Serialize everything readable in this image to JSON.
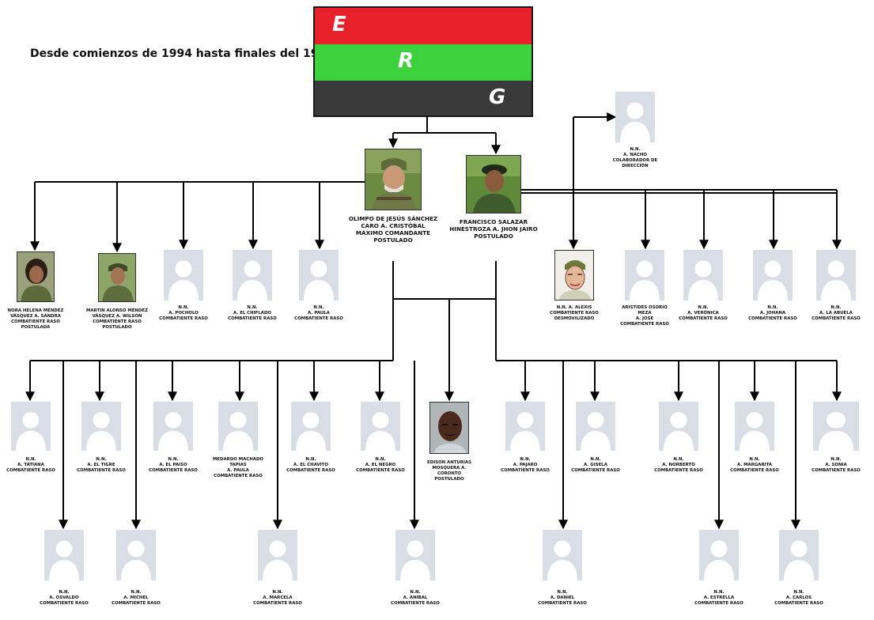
{
  "title": "Desde comienzos de 1994 hasta finales del 1995",
  "flag": {
    "letters": [
      "E",
      "R",
      "G"
    ],
    "colors": [
      "#e8202a",
      "#3dd23d",
      "#3a3a3a"
    ]
  },
  "colors": {
    "line": "#000000",
    "placeholder_bg": "#d9dde6",
    "placeholder_figure": "#ffffff"
  },
  "people": [
    {
      "id": "p1",
      "photo": "soldier",
      "lines": [
        "OLIMPO DE JESÚS SÁNCHEZ",
        "CARO A. CRISTÓBAL",
        "MÁXIMO COMANDANTE",
        "POSTULADO"
      ]
    },
    {
      "id": "p2",
      "photo": "soldier-beret",
      "lines": [
        "FRANCISCO SALAZAR",
        "HINESTROZA A. JHON JAIRO",
        "POSTULADO"
      ]
    },
    {
      "id": "r1",
      "photo": "woman",
      "lines": [
        "NORA HELENA MÉNDEZ",
        "VÁSQUEZ A. SANDRA",
        "COMBATIENTE RASO",
        "POSTULADA"
      ]
    },
    {
      "id": "r2",
      "photo": "soldier2",
      "lines": [
        "MARTIN ALONSO MÉNDEZ",
        "VÁSQUEZ A. WILSON",
        "COMBATIENTE RASO",
        "POSTULADO"
      ]
    },
    {
      "id": "r3",
      "photo": "placeholder",
      "lines": [
        "N.N.",
        "A. POCHOLO",
        "COMBATIENTE RASO"
      ]
    },
    {
      "id": "r4",
      "photo": "placeholder",
      "lines": [
        "N.N.",
        "A. EL CHIFLADO",
        "COMBATIENTE RASO"
      ]
    },
    {
      "id": "r5",
      "photo": "placeholder",
      "lines": [
        "N.N.",
        "A. PAULA",
        "COMBATIENTE RASO"
      ]
    },
    {
      "id": "top",
      "photo": "placeholder",
      "lines": [
        "N.N.",
        "A. NACHO",
        "COLABORADOR DE",
        "DIRECCIÓN"
      ]
    },
    {
      "id": "r6",
      "photo": "sketch",
      "lines": [
        "N.N. A. ALEXIS",
        "COMBATIENTE RASO",
        "DESMOVILIZADO"
      ]
    },
    {
      "id": "r7",
      "photo": "placeholder",
      "lines": [
        "ARISTIDES OSORIO",
        "MEZA",
        "A. JOSE",
        "COMBATIENTE RASO"
      ]
    },
    {
      "id": "r8",
      "photo": "placeholder",
      "lines": [
        "N.N.",
        "A. VERÓNICA",
        "COMBATIENTE RASO"
      ]
    },
    {
      "id": "r9",
      "photo": "placeholder",
      "lines": [
        "N.N.",
        "A. JOHANA",
        "COMBATIENTE RASO"
      ]
    },
    {
      "id": "r10",
      "photo": "placeholder",
      "lines": [
        "N.N.",
        "A. LA ABUELA",
        "COMBATIENTE RASO"
      ]
    },
    {
      "id": "m1",
      "photo": "placeholder",
      "lines": [
        "N.N.",
        "A. TATIANA",
        "COMBATIENTE RASO"
      ]
    },
    {
      "id": "m2",
      "photo": "placeholder",
      "lines": [
        "N.N.",
        "A. EL TIGRE",
        "COMBATIENTE RASO"
      ]
    },
    {
      "id": "m3",
      "photo": "placeholder",
      "lines": [
        "N.N.",
        "A. EL PAISO",
        "COMBATIENTE RASO"
      ]
    },
    {
      "id": "m4",
      "photo": "placeholder",
      "lines": [
        "MEDARDO MACHADO",
        "TAPIAS",
        "A. PAULA",
        "COMBATIENTE RASO"
      ]
    },
    {
      "id": "m5",
      "photo": "placeholder",
      "lines": [
        "N.N.",
        "A. EL CHAVITO",
        "COMBATIENTE RASO"
      ]
    },
    {
      "id": "m6",
      "photo": "placeholder",
      "lines": [
        "N.N.",
        "A. EL NEGRO",
        "COMBATIENTE RASO"
      ]
    },
    {
      "id": "m7",
      "photo": "man",
      "lines": [
        "EDISON ANTURIAS",
        "MOSQUERA A.",
        "CORONTO",
        "POSTULADO"
      ]
    },
    {
      "id": "m8",
      "photo": "placeholder",
      "lines": [
        "N.N.",
        "A. PAJARO",
        "COMBATIENTE RASO"
      ]
    },
    {
      "id": "m9",
      "photo": "placeholder",
      "lines": [
        "N.N.",
        "A. GISELA",
        "COMBATIENTE RASO"
      ]
    },
    {
      "id": "m10",
      "photo": "placeholder",
      "lines": [
        "N.N.",
        "A. NORBERTO",
        "COMBATIENTE RASO"
      ]
    },
    {
      "id": "m11",
      "photo": "placeholder",
      "lines": [
        "N.N.",
        "A. MARGARITA",
        "COMBATIENTE RASO"
      ]
    },
    {
      "id": "m12",
      "photo": "placeholder",
      "lines": [
        "N.N.",
        "A. SONIA",
        "COMBATIENTE RASO"
      ]
    },
    {
      "id": "b1",
      "photo": "placeholder",
      "lines": [
        "N.N.",
        "A. OSVALDO",
        "COMBATIENTE RASO"
      ]
    },
    {
      "id": "b2",
      "photo": "placeholder",
      "lines": [
        "N.N.",
        "A. MICHEL",
        "COMBATIENTE RASO"
      ]
    },
    {
      "id": "b3",
      "photo": "placeholder",
      "lines": [
        "N.N.",
        "A. MARCELA",
        "COMBATIENTE RASO"
      ]
    },
    {
      "id": "b4",
      "photo": "placeholder",
      "lines": [
        "N.N.",
        "A. ANIBAL",
        "COMBATIENTE RASO"
      ]
    },
    {
      "id": "b5",
      "photo": "placeholder",
      "lines": [
        "N.N.",
        "A. DANIEL",
        "COMBATIENTE RASO"
      ]
    },
    {
      "id": "b6",
      "photo": "placeholder",
      "lines": [
        "N.N.",
        "A. ESTRELLA",
        "COMBATIENTE RASO"
      ]
    },
    {
      "id": "b7",
      "photo": "placeholder",
      "lines": [
        "N.N.",
        "A. CARLOS",
        "COMBATIENTE RASO"
      ]
    }
  ]
}
